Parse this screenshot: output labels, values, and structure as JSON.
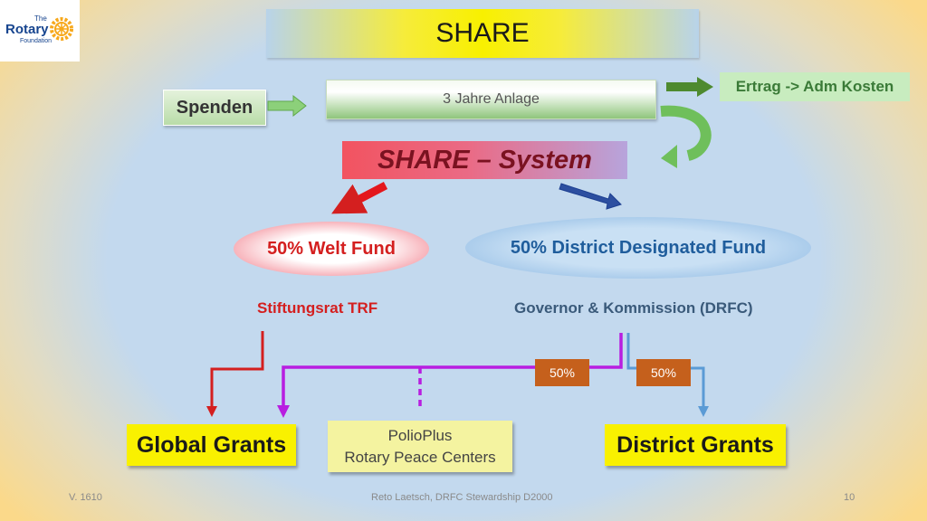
{
  "logo": {
    "the": "The",
    "name": "Rotary",
    "sub": "Foundation",
    "icon": "rotary-wheel-icon"
  },
  "title": "SHARE",
  "spenden": "Spenden",
  "anlage": "3 Jahre Anlage",
  "ertrag": "Ertrag -> Adm Kosten",
  "share_system": "SHARE – System",
  "welt_fund": "50% Welt Fund",
  "district_fund": "50% District Designated Fund",
  "stiftungsrat": "Stiftungsrat TRF",
  "governor": "Governor & Kommission (DRFC)",
  "split_left": "50%",
  "split_right": "50%",
  "global_grants": "Global Grants",
  "polio": {
    "line1": "PolioPlus",
    "line2": "Rotary Peace Centers"
  },
  "district_grants": "District Grants",
  "footer": {
    "version": "V. 1610",
    "author": "Reto Laetsch, DRFC Stewardship D2000",
    "page": "10"
  },
  "colors": {
    "green_arrow": "#5fa84a",
    "red": "#d41f1f",
    "blue": "#2d4fa0",
    "purple": "#b81ee0",
    "light_blue": "#5b9bd5",
    "orange": "#c5601c",
    "yellow": "#f9f100"
  }
}
